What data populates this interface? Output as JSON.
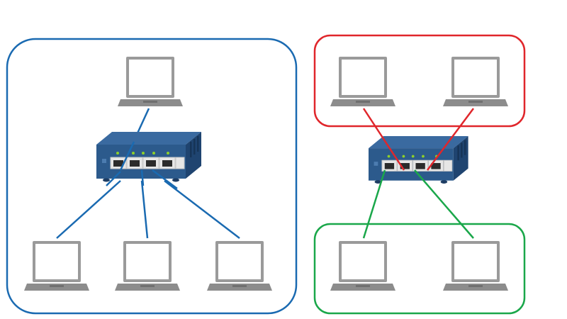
{
  "diagram": {
    "colors": {
      "background": "#ffffff",
      "group_blue": "#1a6ab1",
      "group_red": "#e0262b",
      "group_green": "#1aa74a",
      "switch_body": "#2c5a8c",
      "switch_dark": "#1f4470",
      "port_led": "#8ed02a",
      "laptop_frame": "#9a9a9a",
      "laptop_base": "#8c8c8c"
    },
    "left_network": {
      "group_color": "blue",
      "laptops": [
        "laptop",
        "laptop",
        "laptop",
        "laptop"
      ],
      "switch_ports": 5,
      "connections": 4
    },
    "right_network": {
      "switch_ports": 5,
      "groups": [
        {
          "color": "red",
          "laptops": 2
        },
        {
          "color": "green",
          "laptops": 2
        }
      ]
    },
    "icons": {
      "laptop": "laptop-icon",
      "switch": "network-switch-icon"
    }
  }
}
